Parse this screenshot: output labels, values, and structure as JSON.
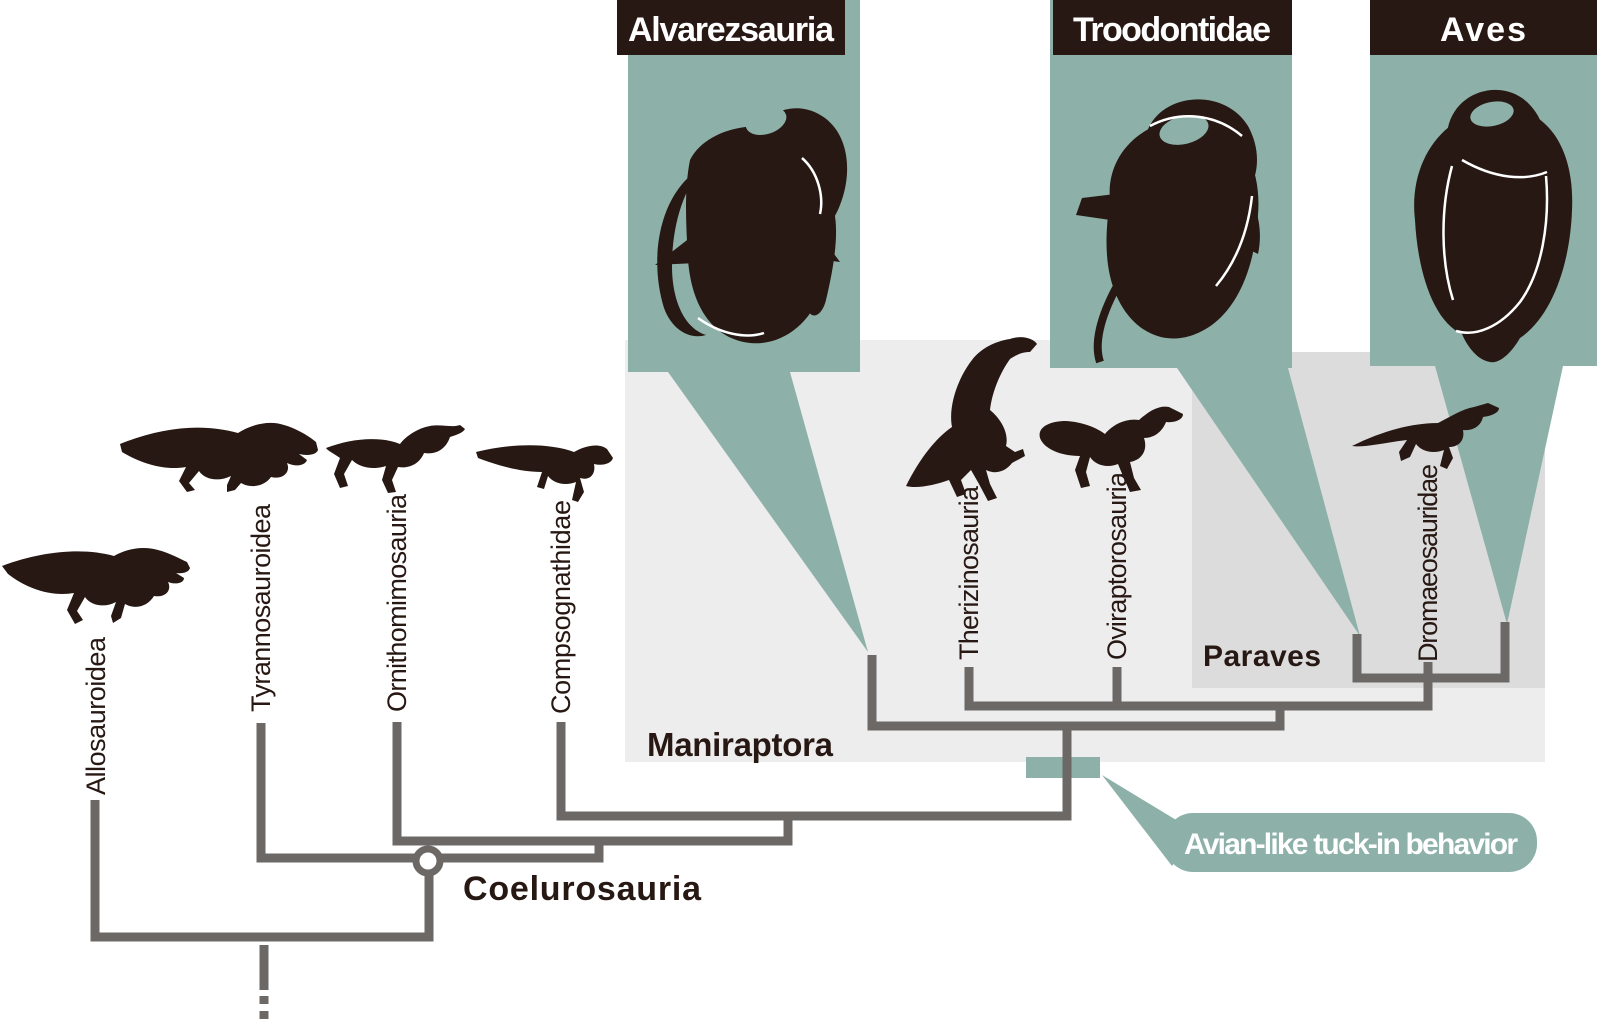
{
  "figure": {
    "type": "phylogenetic-cladogram",
    "panels": [
      {
        "title": "Alvarezsauria",
        "silhouette": "alvarezsaurian-tucked-in-skeleton"
      },
      {
        "title": "Troodontidae",
        "silhouette": "troodontid-tucked-in-skeleton"
      },
      {
        "title": "Aves",
        "silhouette": "avian-tucked-in-skeleton"
      }
    ],
    "taxa": [
      "Allosauroidea",
      "Tyrannosauroidea",
      "Ornithomimosauria",
      "Compsognathidae",
      "Therizinosauria",
      "Oviraptorosauria",
      "Dromaeosauridae"
    ],
    "clades": {
      "coelurosauria": "Coelurosauria",
      "maniraptora": "Maniraptora",
      "paraves": "Paraves"
    },
    "callout": {
      "text": "Avian-like tuck-in behavior"
    },
    "silhouette_icons": [
      "allosauroid-silhouette",
      "tyrannosauroid-silhouette",
      "ornithomimosaur-silhouette",
      "compsognathid-silhouette",
      "therizinosaur-silhouette",
      "oviraptorosaur-silhouette",
      "dromaeosaurid-silhouette"
    ],
    "colors": {
      "teal": "#8db1a8",
      "header_black": "#271813",
      "ink": "#271813",
      "box_light_gray": "#ededee",
      "box_mid_gray": "#dcdcdd",
      "tree_line_gray": "#6c6866",
      "white": "#ffffff"
    }
  }
}
